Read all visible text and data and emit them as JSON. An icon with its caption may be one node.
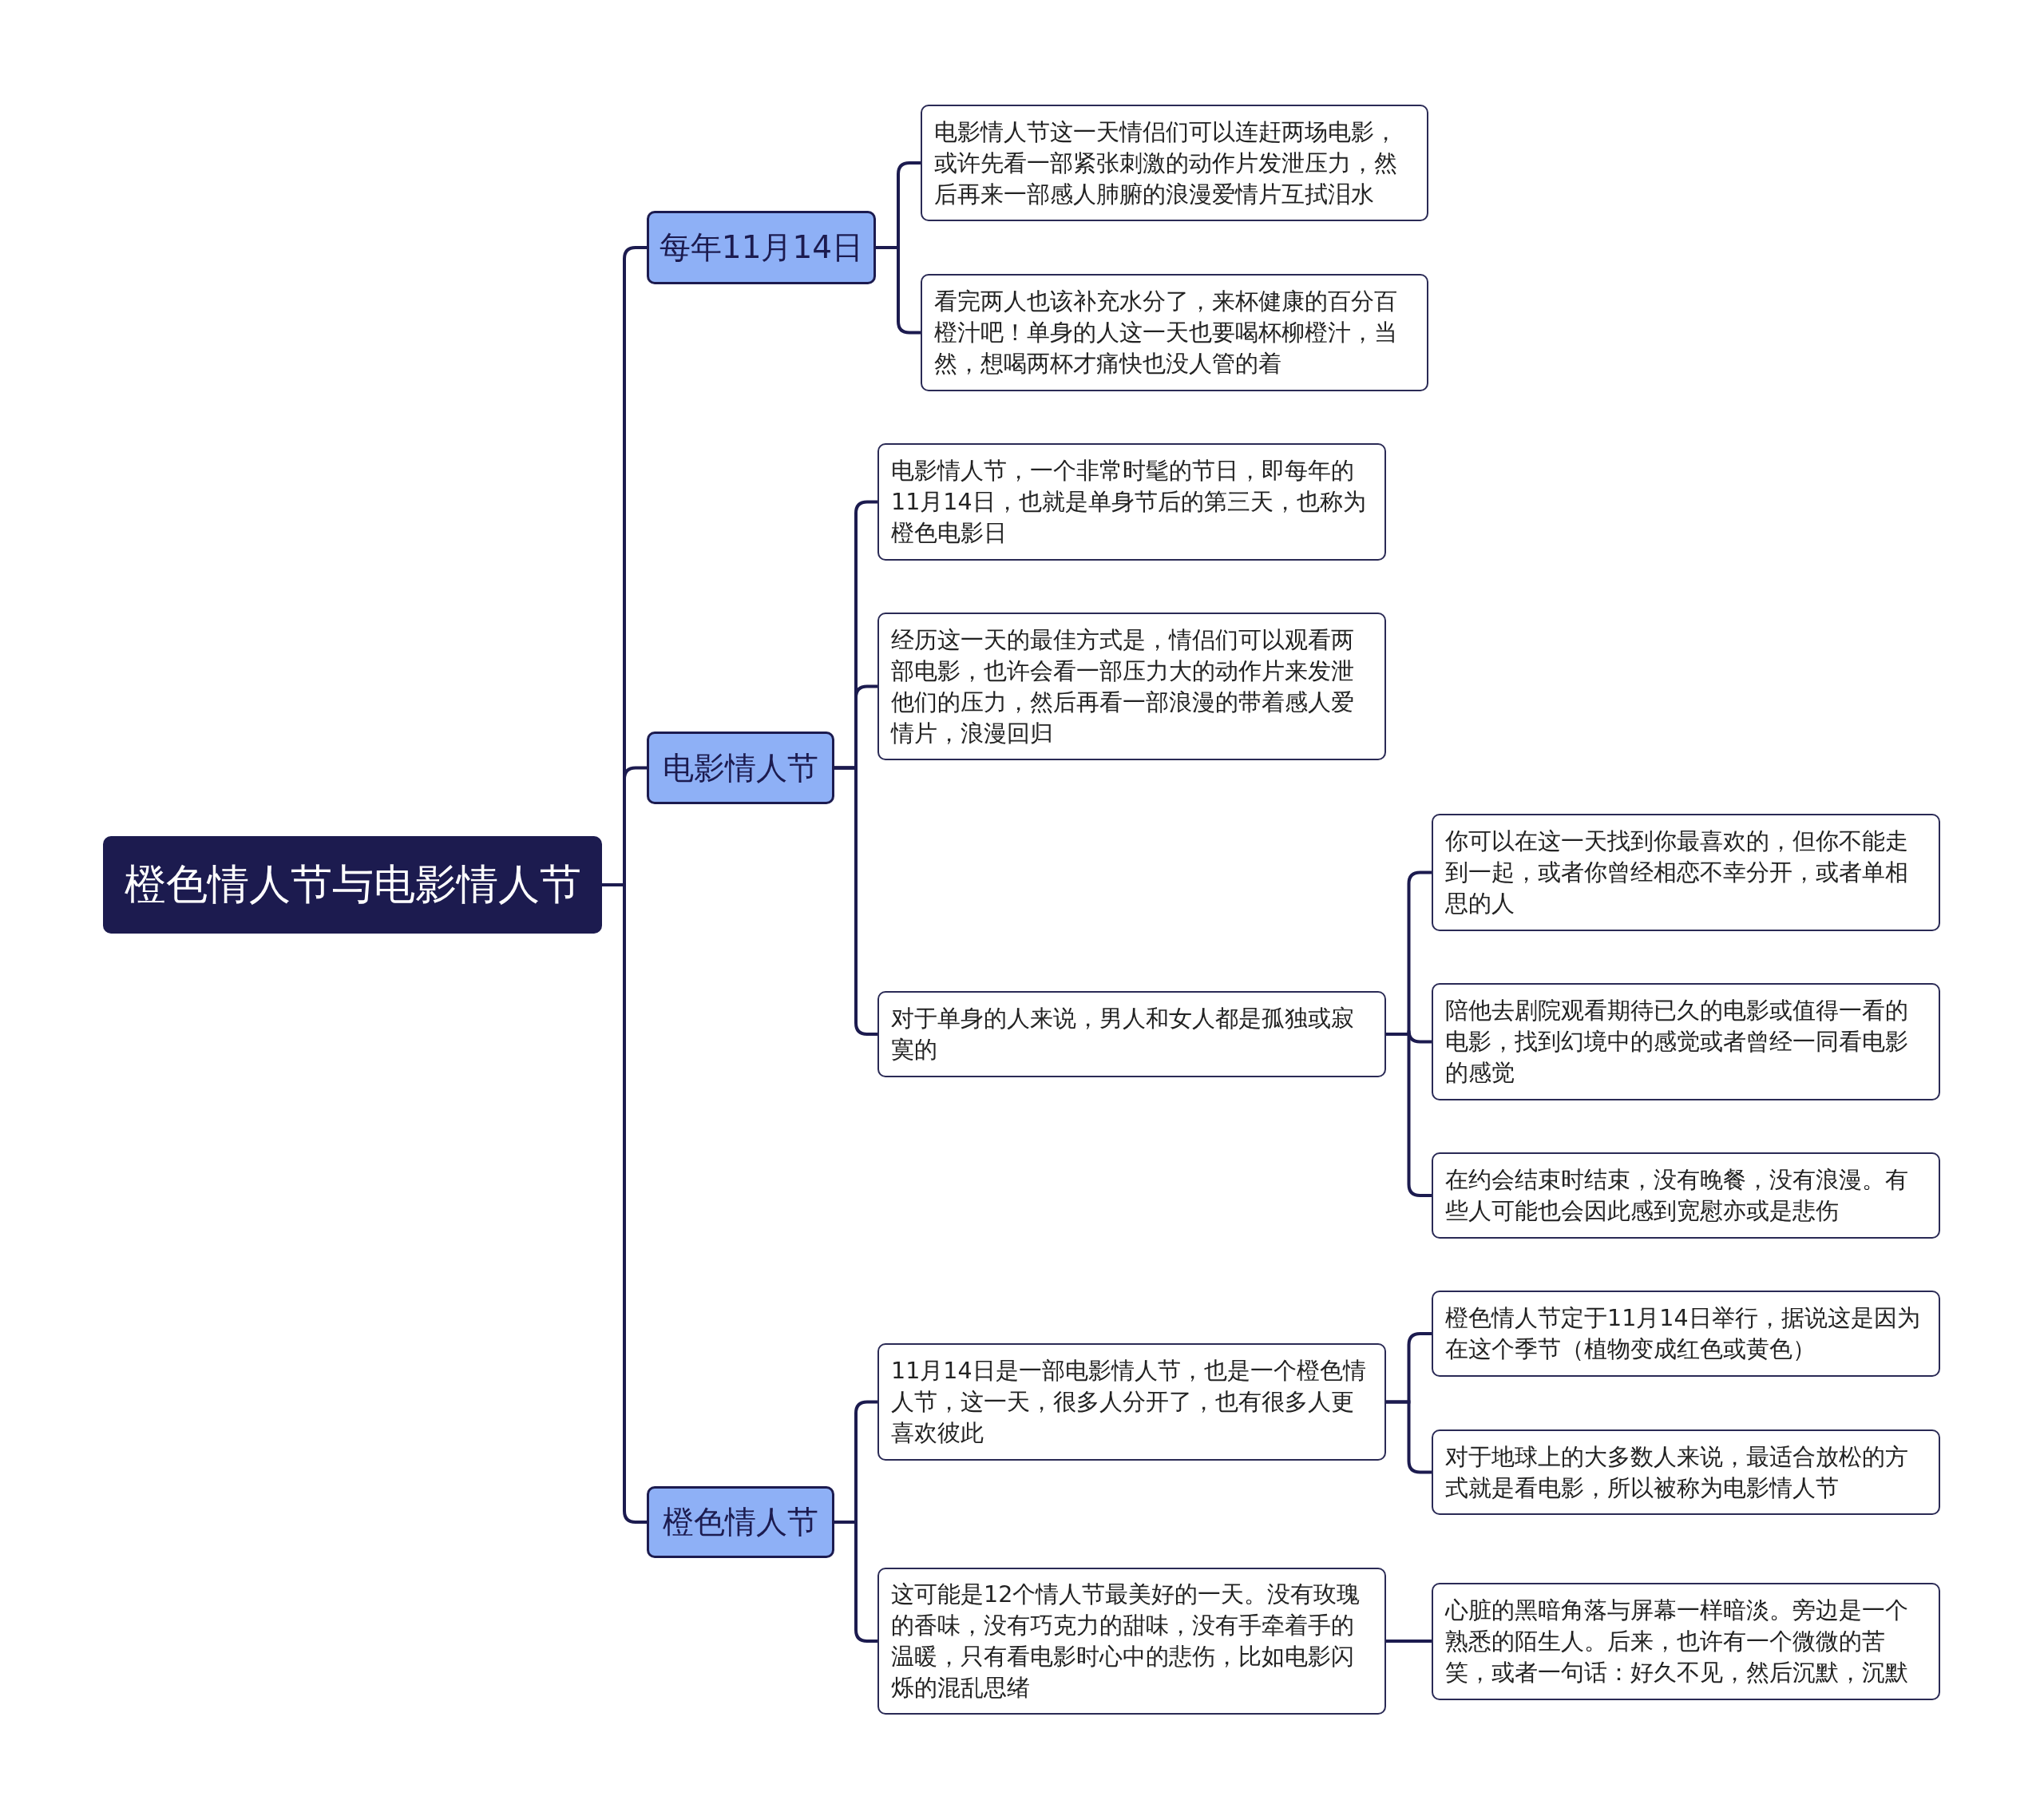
{
  "diagram": {
    "nodes": [
      {
        "text": [
          "橙色情人节与电影情人节"
        ]
      },
      {
        "text": [
          "每年11月14日"
        ]
      },
      {
        "text": [
          "电影情人节这一天情侣们可以连赶两场电影，或许先看一部紧张刺激的动作片发泄压力，然后再来一部感人肺腑的浪漫爱情片互拭泪水"
        ]
      },
      {
        "text": [
          "看完两人也该补充水分了，来杯健康的百分百橙汁吧！单身的人这一天也要喝杯柳橙汁，当然，想喝两杯才痛快也没人管的着"
        ]
      },
      {
        "text": [
          "电影情人节"
        ]
      },
      {
        "text": [
          "电影情人节，一个非常时髦的节日，即每年的11月14日，也就是单身节后的第三天，也称为橙色电影日"
        ]
      },
      {
        "text": [
          "经历这一天的最佳方式是，情侣们可以观看两部电影，也许会看一部压力大的动作片来发泄他们的压力，然后再看一部浪漫的带着感人爱情片，浪漫回归"
        ]
      },
      {
        "text": [
          "对于单身的人来说，男人和女人都是孤独或寂寞的"
        ]
      },
      {
        "text": [
          "你可以在这一天找到你最喜欢的，但你不能走到一起，或者你曾经相恋不幸分开，或者单相思的人"
        ]
      },
      {
        "text": [
          "陪他去剧院观看期待已久的电影或值得一看的电影，找到幻境中的感觉或者曾经一同看电影的感觉"
        ]
      },
      {
        "text": [
          "在约会结束时结束，没有晚餐，没有浪漫。有些人可能也会因此感到宽慰亦或是悲伤"
        ]
      },
      {
        "text": [
          "橙色情人节"
        ]
      },
      {
        "text": [
          "11月14日是一部电影情人节，也是一个橙色情人节，这一天，很多人分开了，也有很多人更喜欢彼此"
        ]
      },
      {
        "text": [
          "橙色情人节定于11月14日举行，据说这是因为在这个季节（植物变成红色或黄色）"
        ]
      },
      {
        "text": [
          "对于地球上的大多数人来说，最适合放松的方式就是看电影，所以被称为电影情人节"
        ]
      },
      {
        "text": [
          "这可能是12个情人节最美好的一天。没有玫瑰的香味，没有巧克力的甜味，没有手牵着手的温暖，只有看电影时心中的悲伤，比如电影闪烁的混乱思绪"
        ]
      },
      {
        "text": [
          "心脏的黑暗角落与屏幕一样暗淡。旁边是一个熟悉的陌生人。后来，也许有一个微微的苦笑，或者一句话：好久不见，然后沉默，沉默"
        ]
      }
    ],
    "edges": [
      {
        "from": 0,
        "to": 1,
        "arrow": "none"
      },
      {
        "from": 0,
        "to": 4,
        "arrow": "none"
      },
      {
        "from": 0,
        "to": 11,
        "arrow": "none"
      },
      {
        "from": 1,
        "to": 2,
        "arrow": "none"
      },
      {
        "from": 1,
        "to": 3,
        "arrow": "none"
      },
      {
        "from": 4,
        "to": 5,
        "arrow": "none"
      },
      {
        "from": 4,
        "to": 6,
        "arrow": "none"
      },
      {
        "from": 4,
        "to": 7,
        "arrow": "none"
      },
      {
        "from": 7,
        "to": 8,
        "arrow": "none"
      },
      {
        "from": 7,
        "to": 9,
        "arrow": "none"
      },
      {
        "from": 7,
        "to": 10,
        "arrow": "none"
      },
      {
        "from": 11,
        "to": 12,
        "arrow": "none"
      },
      {
        "from": 11,
        "to": 15,
        "arrow": "none"
      },
      {
        "from": 12,
        "to": 13,
        "arrow": "none"
      },
      {
        "from": 12,
        "to": 14,
        "arrow": "none"
      },
      {
        "from": 15,
        "to": 16,
        "arrow": "none"
      }
    ]
  }
}
